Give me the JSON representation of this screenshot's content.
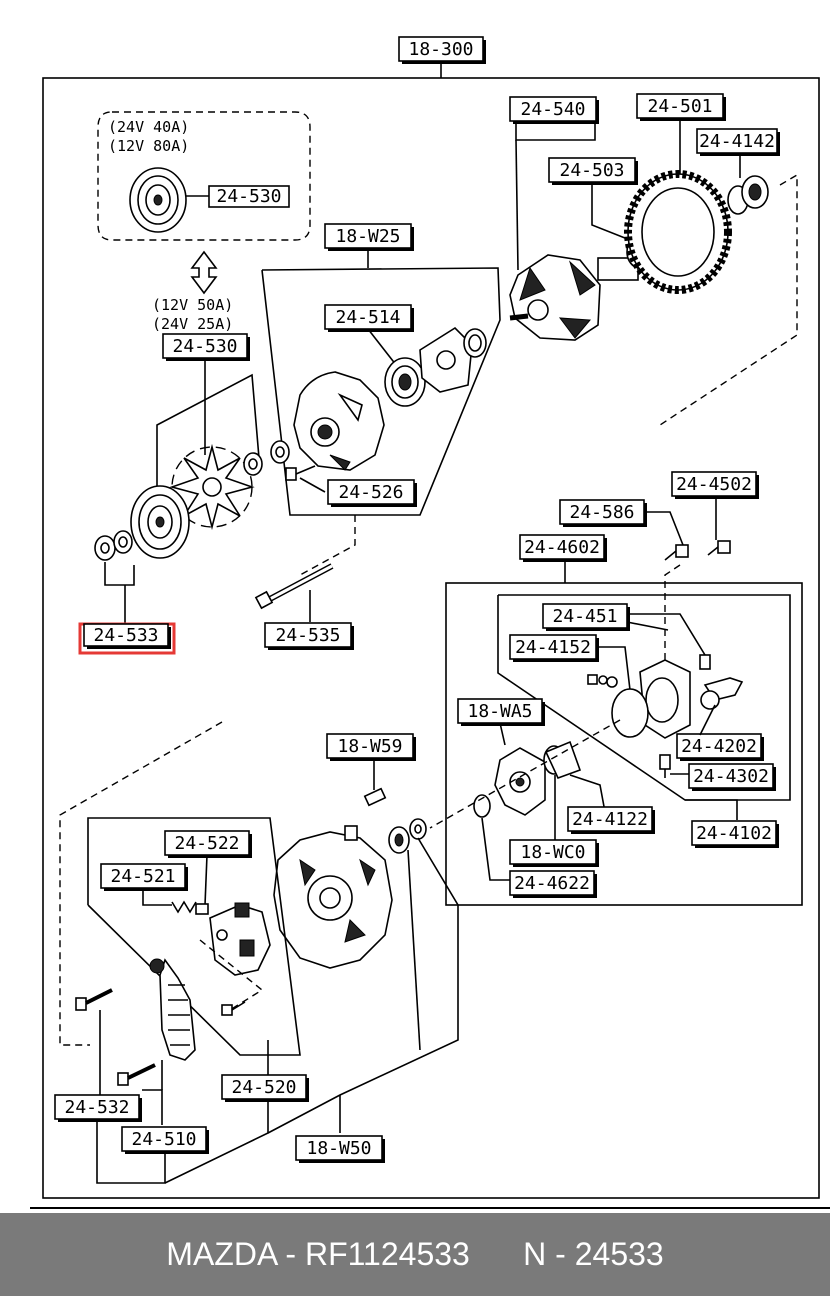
{
  "colors": {
    "highlight": "#e53935",
    "footer_bg": "#7a7a7a",
    "footer_text": "#ffffff"
  },
  "diagram": {
    "group_label": "18-300",
    "pulley_options": {
      "option_a": [
        "(24V 40A)",
        "(12V 80A)"
      ],
      "option_b": [
        "(12V 50A)",
        "(24V 25A)"
      ]
    },
    "labels": {
      "l24_530_top": "24-530",
      "l24_530": "24-530",
      "l24_533": "24-533",
      "l18_w25": "18-W25",
      "l24_514": "24-514",
      "l24_526": "24-526",
      "l24_535": "24-535",
      "l24_540": "24-540",
      "l24_503": "24-503",
      "l24_501": "24-501",
      "l24_4142": "24-4142",
      "l24_4502": "24-4502",
      "l24_586": "24-586",
      "l24_4602": "24-4602",
      "l24_451": "24-451",
      "l24_4152": "24-4152",
      "l18_wa5": "18-WA5",
      "l24_4202": "24-4202",
      "l24_4302": "24-4302",
      "l24_4122": "24-4122",
      "l24_4102": "24-4102",
      "l18_wc0": "18-WC0",
      "l24_4622": "24-4622",
      "l18_w59": "18-W59",
      "l24_522": "24-522",
      "l24_521": "24-521",
      "l24_532": "24-532",
      "l24_520": "24-520",
      "l24_510": "24-510",
      "l18_w50": "18-W50"
    }
  },
  "footer": {
    "brand_part": "MAZDA - RF1124533",
    "ref": "N - 24533"
  }
}
